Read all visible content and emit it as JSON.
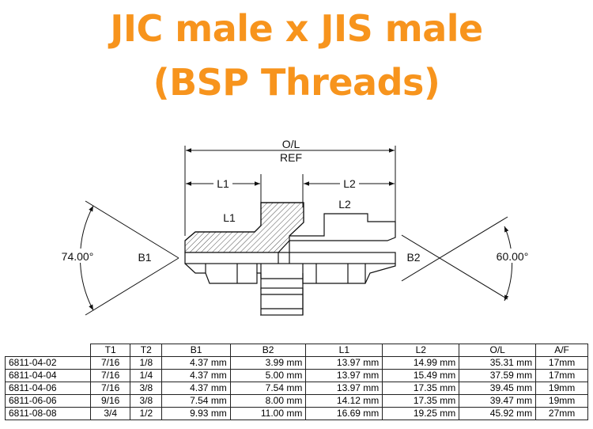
{
  "title": {
    "line1": "JIC male x JIS male",
    "line2": "(BSP Threads)"
  },
  "diagram": {
    "ol_label": "O/L",
    "ref_label": "REF",
    "l1_dim_label": "L1",
    "l2_dim_label": "L2",
    "l1_label": "L1",
    "l2_label": "L2",
    "b1_label": "B1",
    "b2_label": "B2",
    "left_angle": "74.00°",
    "right_angle": "60.00°"
  },
  "table": {
    "headers": [
      "",
      "T1",
      "T2",
      "B1",
      "B2",
      "L1",
      "L2",
      "O/L",
      "A/F"
    ],
    "rows": [
      [
        "6811-04-02",
        "7/16",
        "1/8",
        "4.37 mm",
        "3.99 mm",
        "13.97 mm",
        "14.99 mm",
        "35.31 mm",
        "17mm"
      ],
      [
        "6811-04-04",
        "7/16",
        "1/4",
        "4.37 mm",
        "5.00 mm",
        "13.97 mm",
        "15.49 mm",
        "37.59 mm",
        "17mm"
      ],
      [
        "6811-04-06",
        "7/16",
        "3/8",
        "4.37 mm",
        "7.54 mm",
        "13.97 mm",
        "17.35 mm",
        "39.45 mm",
        "19mm"
      ],
      [
        "6811-06-06",
        "9/16",
        "3/8",
        "7.54 mm",
        "8.00 mm",
        "14.12 mm",
        "17.35 mm",
        "39.47 mm",
        "19mm"
      ],
      [
        "6811-08-08",
        "3/4",
        "1/2",
        "9.93 mm",
        "11.00 mm",
        "16.69 mm",
        "19.25 mm",
        "45.92 mm",
        "27mm"
      ]
    ]
  },
  "colors": {
    "title": "#F7941D",
    "line": "#111111"
  }
}
